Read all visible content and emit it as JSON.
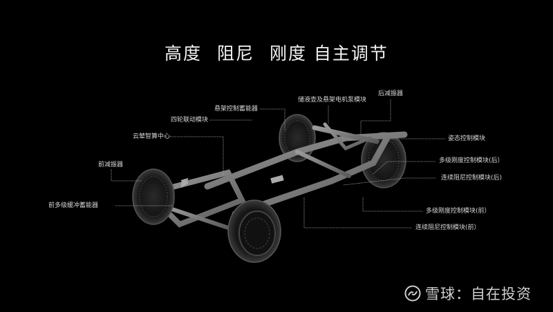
{
  "title": {
    "segments": [
      "高度",
      "阻尼",
      "刚度 自主调节"
    ]
  },
  "labels": {
    "rear_shock_absorber": "后减振器",
    "reservoir_pump_module": "储液壶及悬架电机泵模块",
    "suspension_accumulator": "悬架控制蓄能器",
    "four_wheel_linkage": "四轮联动模块",
    "cloud_computing_center": "云辇智算中心",
    "front_shock_absorber": "前减振器",
    "front_buffer_accumulator": "前多级缓冲蓄能器",
    "attitude_control": "姿态控制模块",
    "rear_stiffness_control": "多级刚度控制模块(后）",
    "rear_damping_control": "连续阻尼控制模块(后)",
    "front_stiffness_control": "多级刚度控制模块(前）",
    "front_damping_control": "连续阻尼控制模块(前）"
  },
  "watermark": {
    "brand": "雪球",
    "separator": "：",
    "author": "自在投资"
  },
  "colors": {
    "background": "#000000",
    "text": "#e8e8e8",
    "leader_line": "#9a9a9a",
    "chassis": "#8a8a8a",
    "tire": "#1c1c1c"
  }
}
